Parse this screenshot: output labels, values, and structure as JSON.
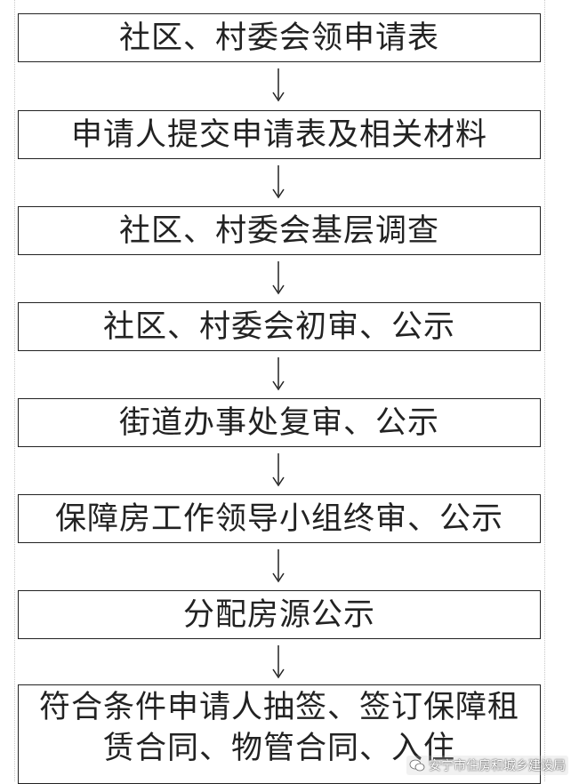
{
  "steps": [
    "社区、村委会领申请表",
    "申请人提交申请表及相关材料",
    "社区、村委会基层调查",
    "社区、村委会初审、公示",
    "街道办事处复审、公示",
    "保障房工作领导小组终审、公示",
    "分配房源公示",
    "符合条件申请人抽签、签订保障租赁合同、物管合同、入住"
  ],
  "watermark": {
    "text": "安宁市住房和城乡建设局",
    "icon": "wechat-icon"
  }
}
